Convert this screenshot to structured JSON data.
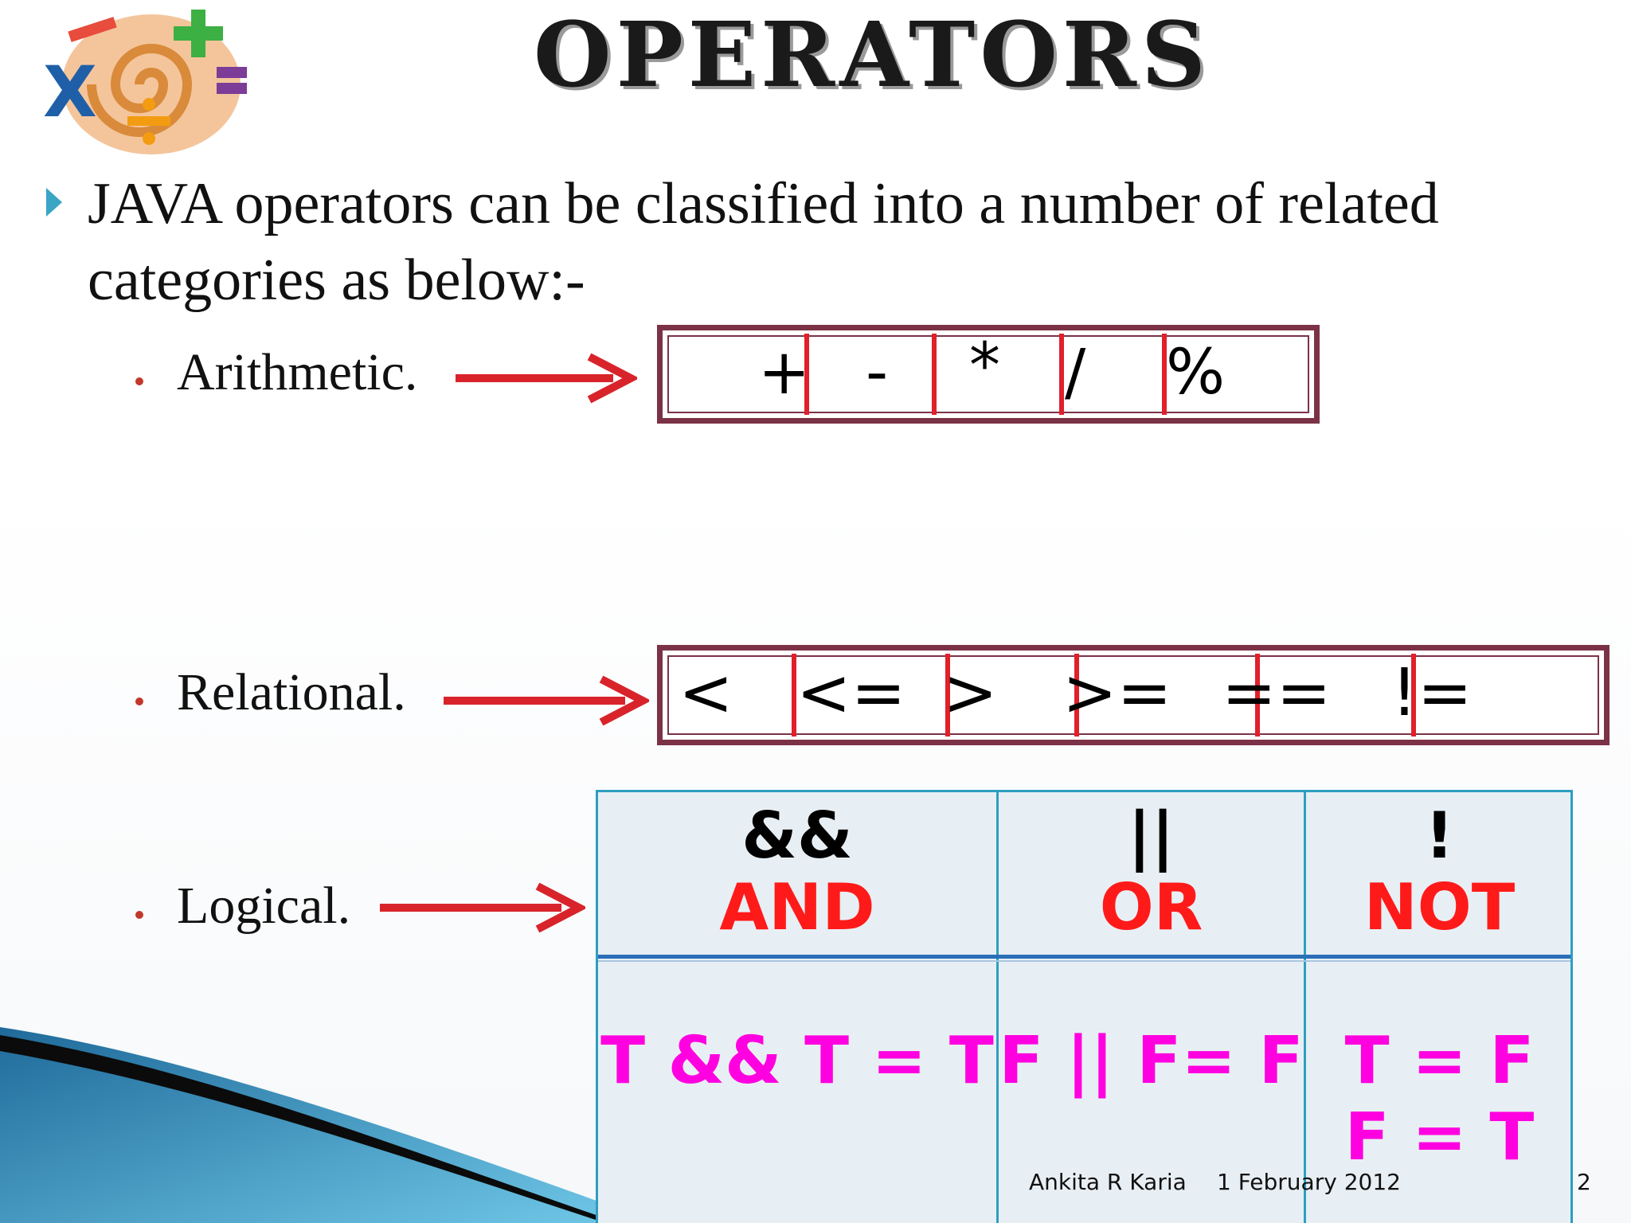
{
  "slide": {
    "title": "OPERATORS",
    "intro": "JAVA operators can be classified into a number of related categories as below:-",
    "categories": [
      {
        "label": "Arithmetic."
      },
      {
        "label": "Relational."
      },
      {
        "label": "Logical."
      }
    ],
    "arithmetic_ops": [
      "+",
      "-",
      "*",
      "/",
      "%"
    ],
    "relational_ops": [
      "<",
      "<=",
      ">",
      ">=",
      "==",
      "!="
    ],
    "logical": {
      "columns": [
        {
          "symbol": "&&",
          "name": "AND",
          "examples": [
            "T && T = T"
          ]
        },
        {
          "symbol": "||",
          "name": "OR",
          "examples": [
            "F || F= F"
          ]
        },
        {
          "symbol": "!",
          "name": "NOT",
          "examples": [
            "T = F",
            "F = T"
          ]
        }
      ]
    },
    "footer": {
      "author": "Ankita R Karia",
      "date": "1 February 2012",
      "page": "2"
    }
  },
  "colors": {
    "box_border": "#7b3247",
    "separator": "#e0202a",
    "arrow": "#d9232a",
    "table_border": "#2e9ec0",
    "op_name": "#ff1a1a",
    "example": "#ff00e0",
    "bullet_marker": "#3aa5c4"
  },
  "icons": {
    "logo": "math-symbols-logo-icon",
    "bullet": "triangle-bullet-icon",
    "arrow": "red-right-arrow-icon"
  }
}
